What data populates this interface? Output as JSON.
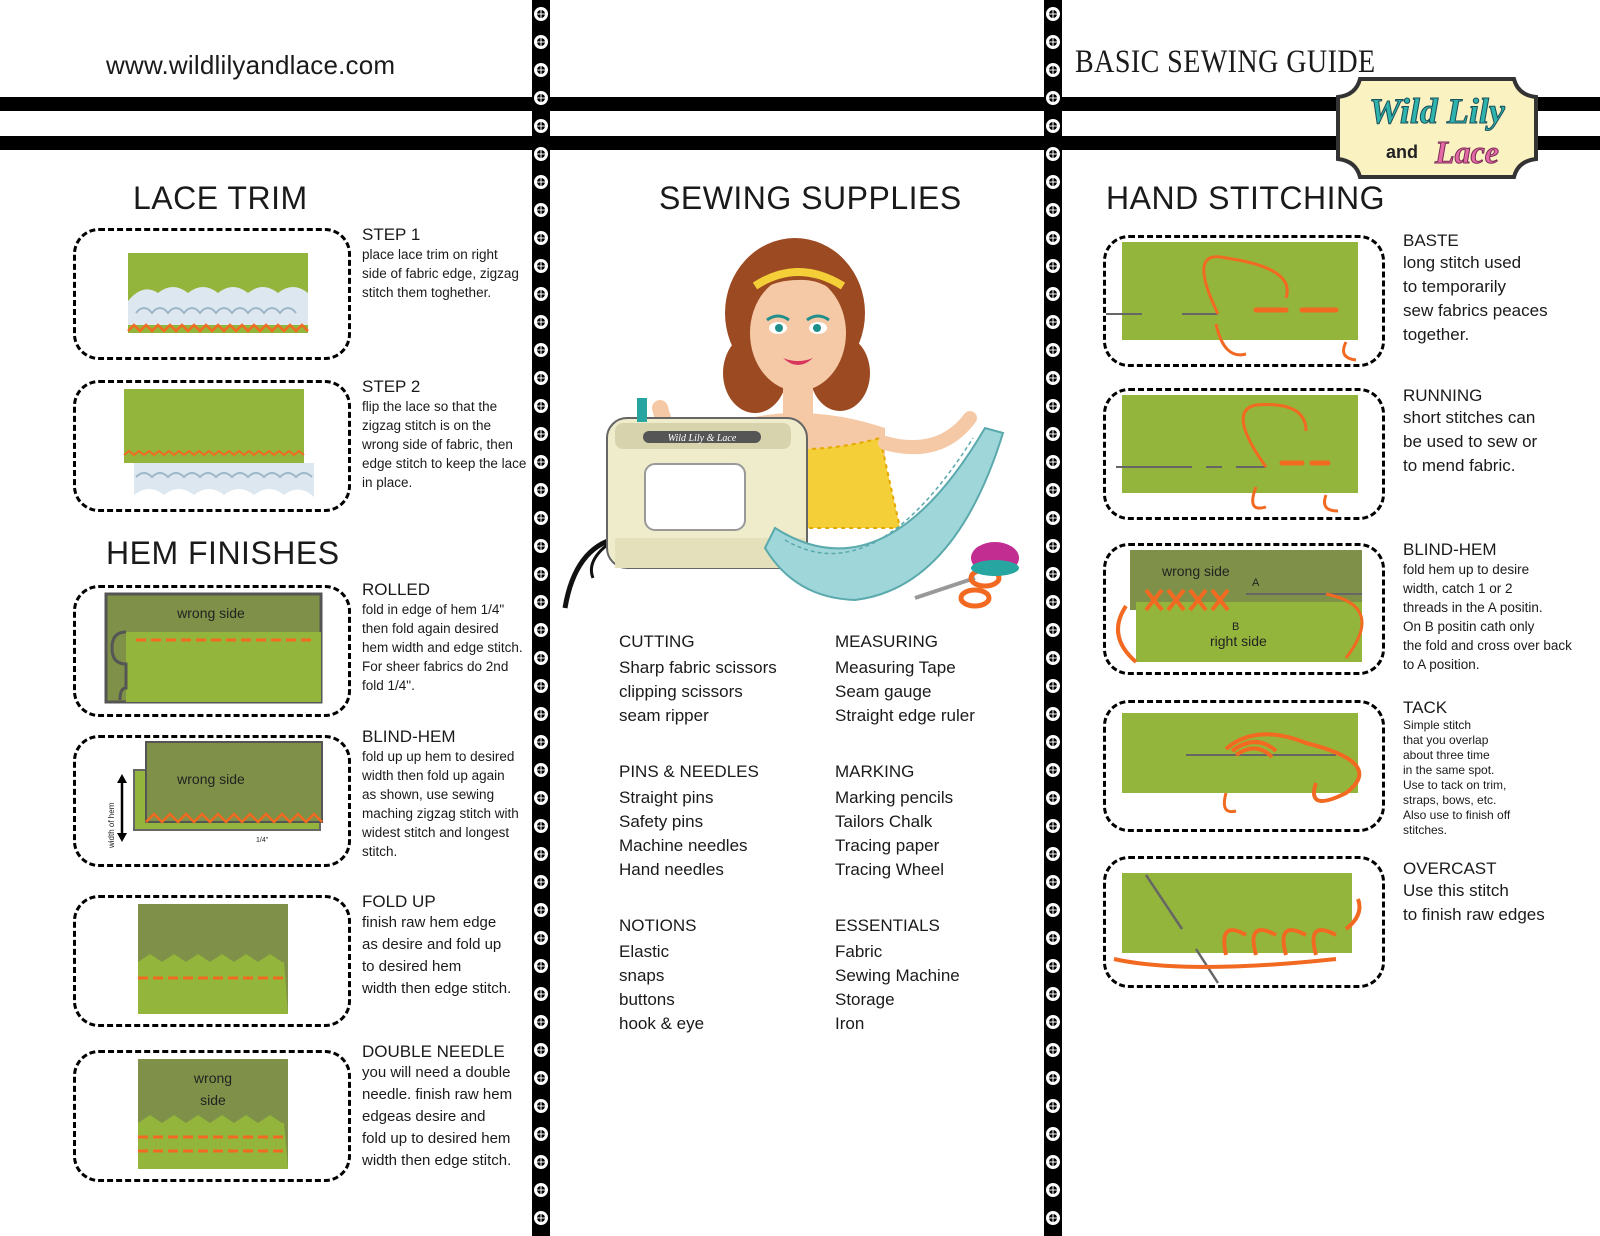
{
  "header": {
    "website": "www.wildlilyandlace.com",
    "guide_title": "BASIC SEWING GUIDE",
    "logo_line1": "Wild Lily",
    "logo_and": "and",
    "logo_line2": "Lace"
  },
  "colors": {
    "fabric_green": "#94b53c",
    "fabric_dark": "#7f9148",
    "thread_orange": "#f26a21",
    "skin": "#f6c9a6",
    "hair": "#9c4a22",
    "dress_yellow": "#f4cf37",
    "fabric_blue": "#9fd6d9"
  },
  "lace_trim": {
    "title": "LACE TRIM",
    "steps": [
      {
        "heading": "STEP 1",
        "lines": [
          "place lace trim on right",
          "side of fabric edge, zigzag",
          "stitch them toghether."
        ]
      },
      {
        "heading": "STEP 2",
        "lines": [
          "flip the lace so that the",
          "zigzag stitch is on the",
          "wrong side of fabric, then",
          "edge stitch to keep the lace",
          "in place."
        ]
      }
    ]
  },
  "hem_finishes": {
    "title": "HEM FINISHES",
    "items": [
      {
        "heading": "ROLLED",
        "lines": [
          "fold in edge of hem 1/4\"",
          "then fold again desired",
          "hem width and edge stitch.",
          "For sheer fabrics do 2nd",
          "fold 1/4\"."
        ],
        "card_label": "wrong side"
      },
      {
        "heading": "BLIND-HEM",
        "lines": [
          "fold up up hem to desired",
          "width then fold up again",
          "as shown, use sewing",
          "maching zigzag stitch with",
          "widest stitch and longest",
          "stitch."
        ],
        "card_label": "wrong side",
        "side_label": "width of hem",
        "measure_label": "1/4\""
      },
      {
        "heading": "FOLD UP",
        "lines": [
          "finish raw hem edge",
          "as desire and fold up",
          "to desired hem",
          "width then edge stitch."
        ]
      },
      {
        "heading": "DOUBLE NEEDLE",
        "lines": [
          "you will need a double",
          "needle. finish raw hem",
          "edgeas desire and",
          "fold up to desired hem",
          "width then edge stitch."
        ],
        "card_label_1": "wrong",
        "card_label_2": "side"
      }
    ]
  },
  "sewing_supplies": {
    "title": "SEWING SUPPLIES",
    "machine_brand": "Wild Lily & Lace",
    "groups": [
      {
        "heading": "CUTTING",
        "items": [
          "Sharp fabric scissors",
          "clipping scissors",
          "seam ripper"
        ]
      },
      {
        "heading": "MEASURING",
        "items": [
          "Measuring Tape",
          "Seam gauge",
          "Straight edge ruler"
        ]
      },
      {
        "heading": "PINS & NEEDLES",
        "items": [
          "Straight  pins",
          "Safety pins",
          "Machine needles",
          "Hand needles"
        ]
      },
      {
        "heading": "MARKING",
        "items": [
          "Marking pencils",
          "Tailors Chalk",
          "Tracing paper",
          "Tracing Wheel"
        ]
      },
      {
        "heading": "NOTIONS",
        "items": [
          "Elastic",
          "snaps",
          "buttons",
          "hook & eye"
        ]
      },
      {
        "heading": "ESSENTIALS",
        "items": [
          "Fabric",
          "Sewing Machine",
          "Storage",
          "Iron"
        ]
      }
    ]
  },
  "hand_stitching": {
    "title": "HAND STITCHING",
    "items": [
      {
        "heading": "BASTE",
        "lines": [
          "long stitch used",
          "to temporarily",
          "sew fabrics peaces",
          "together."
        ]
      },
      {
        "heading": "RUNNING",
        "lines": [
          "short stitches can",
          "be used to sew or",
          "to mend fabric."
        ]
      },
      {
        "heading": "BLIND-HEM",
        "lines": [
          "fold hem up to desire",
          "width, catch 1 or 2",
          "threads in the A positin.",
          "On B positin cath only",
          "the fold and cross over back",
          "to A position."
        ],
        "label_wrong": "wrong side",
        "label_right": "right side",
        "label_a": "A",
        "label_b": "B"
      },
      {
        "heading": "TACK",
        "lines": [
          "Simple stitch",
          "that you overlap",
          "about three time",
          "in the same spot.",
          "Use to tack on trim,",
          "straps, bows, etc.",
          "Also use to finish off",
          "stitches."
        ]
      },
      {
        "heading": "OVERCAST",
        "lines": [
          "Use this stitch",
          "to finish raw edges"
        ]
      }
    ]
  }
}
